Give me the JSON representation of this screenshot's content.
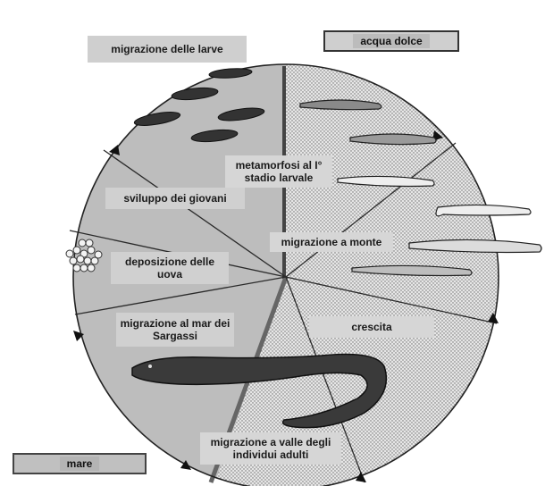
{
  "legend": {
    "fresh_water": "acqua dolce",
    "sea": "mare"
  },
  "stages": {
    "larval_migration": "migrazione delle larve",
    "metamorphosis": "metamorfosi al I° stadio larvale",
    "upstream_migration": "migrazione a monte",
    "growth": "crescita",
    "downstream_migration": "migrazione a valle degli individui adulti",
    "sargasso_migration": "migrazione al mar dei Sargassi",
    "egg_laying": "deposizione delle uova",
    "juvenile_development": "sviluppo dei giovani"
  },
  "colors": {
    "sea": "#bdbdbd",
    "fresh_water": "#e4e4e4",
    "label_bg": "#d9d9d9",
    "outline": "#222222"
  }
}
